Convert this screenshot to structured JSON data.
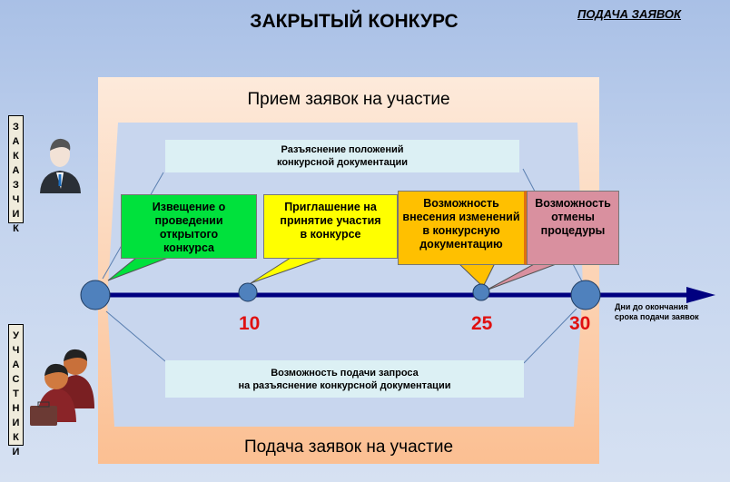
{
  "title": "ЗАКРЫТЫЙ КОНКУРС",
  "corner_label": "ПОДАЧА ЗАЯВОК",
  "top_band": "Прием заявок на участие",
  "bottom_band": "Подача заявок на участие",
  "info_top": [
    "Разъяснение положений",
    "конкурсной документации"
  ],
  "info_bottom": [
    "Возможность подачи запроса",
    "на разъяснение конкурсной документации"
  ],
  "callouts": [
    {
      "text": "Извещение о проведении открытого конкурса",
      "color": "#00e13c"
    },
    {
      "text": "Приглашение на принятие участия в конкурсе",
      "color": "#ffff00"
    },
    {
      "text": "Возможность внесения изменений в конкурсную документацию",
      "color": "#ffc000"
    },
    {
      "text": "Возможность отмены процедуры",
      "color": "#d9909f"
    }
  ],
  "timeline": {
    "ticks": [
      "10",
      "25",
      "30"
    ],
    "axis_label": [
      "Дни до окончания",
      "срока подачи заявок"
    ],
    "line_color": "#000080",
    "node_color": "#4f81bd"
  },
  "roles": {
    "customer": [
      "З",
      "А",
      "К",
      "А",
      "З",
      "Ч",
      "И",
      "К"
    ],
    "participants": [
      "У",
      "Ч",
      "А",
      "С",
      "Т",
      "Н",
      "И",
      "К",
      "И"
    ]
  }
}
